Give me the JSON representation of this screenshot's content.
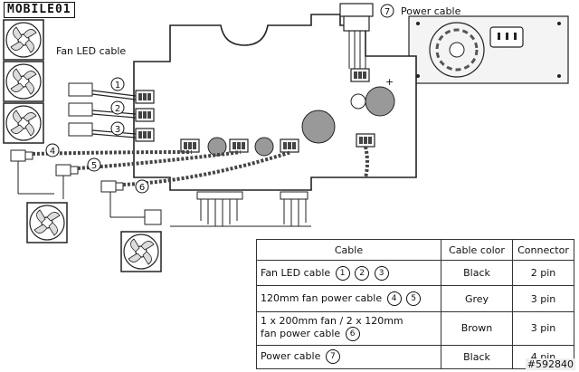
{
  "logo": "MOBILE01",
  "watermark": "#592840",
  "labels": {
    "fan_led_cable": "Fan LED cable",
    "power_cable": "Power cable"
  },
  "markers": [
    "1",
    "2",
    "3",
    "4",
    "5",
    "6",
    "7"
  ],
  "table": {
    "headers": [
      "Cable",
      "Cable color",
      "Connector"
    ],
    "rows": [
      {
        "cable": "Fan LED cable",
        "markers": [
          "1",
          "2",
          "3"
        ],
        "color": "Black",
        "connector": "2 pin"
      },
      {
        "cable": "120mm fan power cable",
        "markers": [
          "4",
          "5"
        ],
        "color": "Grey",
        "connector": "3 pin"
      },
      {
        "cable_line1": "1 x 200mm fan / 2 x 120mm",
        "cable_line2": "fan power cable",
        "markers": [
          "6"
        ],
        "color": "Brown",
        "connector": "3 pin"
      },
      {
        "cable": "Power cable",
        "markers": [
          "7"
        ],
        "color": "Black",
        "connector": "4 pin"
      }
    ]
  }
}
